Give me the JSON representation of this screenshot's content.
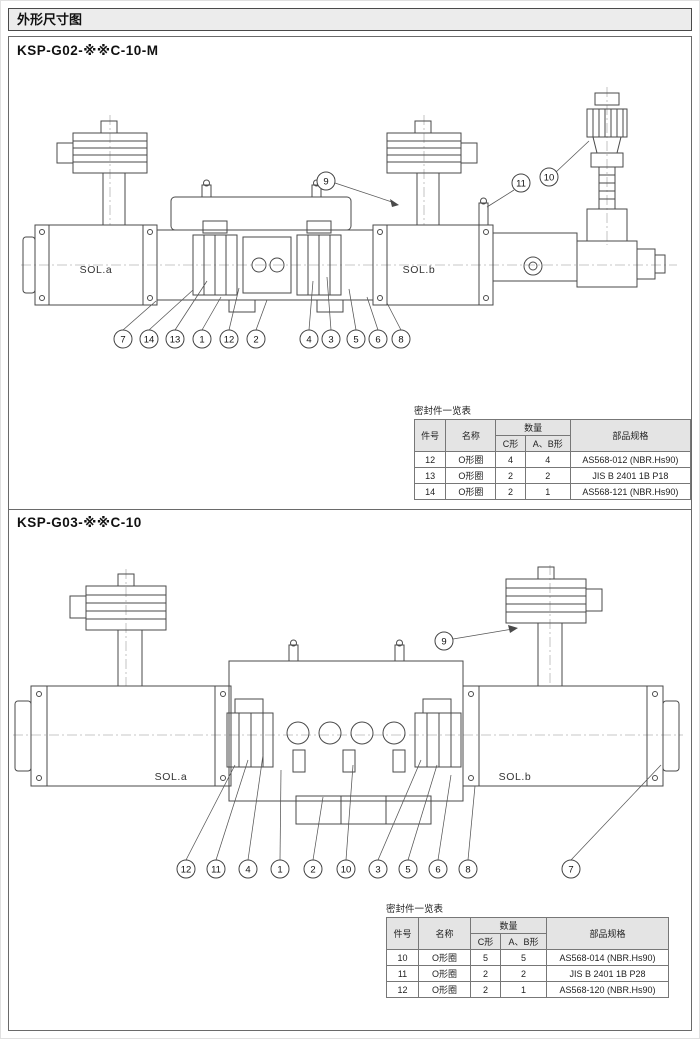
{
  "header": {
    "title": "外形尺寸图"
  },
  "section1": {
    "title": "KSP-G02-※※C-10-M",
    "labels": {
      "sol_a": "SOL.a",
      "sol_b": "SOL.b"
    },
    "callouts_bottom": [
      "7",
      "14",
      "13",
      "1",
      "12",
      "2",
      "4",
      "3",
      "5",
      "6",
      "8"
    ],
    "callouts_top": [
      "9",
      "11",
      "10"
    ],
    "seal_table": {
      "title": "密封件一览表",
      "headers": {
        "part_no": "件号",
        "name": "名称",
        "qty": "数量",
        "qty_c": "C形",
        "qty_ab": "A、B形",
        "spec": "部品规格"
      },
      "rows": [
        [
          "12",
          "O形圈",
          "4",
          "4",
          "AS568-012 (NBR.Hs90)"
        ],
        [
          "13",
          "O形圈",
          "2",
          "2",
          "JIS B 2401 1B P18"
        ],
        [
          "14",
          "O形圈",
          "2",
          "1",
          "AS568-121 (NBR.Hs90)"
        ]
      ]
    }
  },
  "section2": {
    "title": "KSP-G03-※※C-10",
    "labels": {
      "sol_a": "SOL.a",
      "sol_b": "SOL.b"
    },
    "callouts_bottom": [
      "12",
      "11",
      "4",
      "1",
      "2",
      "10",
      "3",
      "5",
      "6",
      "8",
      "7"
    ],
    "callouts_top": [
      "9"
    ],
    "seal_table": {
      "title": "密封件一览表",
      "headers": {
        "part_no": "件号",
        "name": "名称",
        "qty": "数量",
        "qty_c": "C形",
        "qty_ab": "A、B形",
        "spec": "部品规格"
      },
      "rows": [
        [
          "10",
          "O形圈",
          "5",
          "5",
          "AS568-014 (NBR.Hs90)"
        ],
        [
          "11",
          "O形圈",
          "2",
          "2",
          "JIS B 2401 1B P28"
        ],
        [
          "12",
          "O形圈",
          "2",
          "1",
          "AS568-120 (NBR.Hs90)"
        ]
      ]
    }
  }
}
